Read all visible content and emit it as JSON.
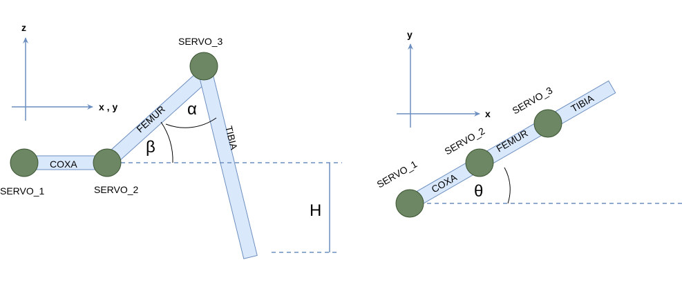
{
  "side_view": {
    "axis_z_label": "z",
    "axis_xy_label": "x , y",
    "servo_1_label": "SERVO_1",
    "servo_2_label": "SERVO_2",
    "servo_3_label": "SERVO_3",
    "coxa_label": "COXA",
    "femur_label": "FEMUR",
    "tibia_label": "TIBIA",
    "alpha_label": "α",
    "beta_label": "β",
    "height_label": "H"
  },
  "top_view": {
    "axis_y_label": "y",
    "axis_x_label": "x",
    "servo_1_label": "SERVO_1",
    "servo_2_label": "SERVO_2",
    "servo_3_label": "SERVO_3",
    "coxa_label": "COXA",
    "femur_label": "FEMUR",
    "tibia_label": "TIBIA",
    "theta_label": "θ"
  },
  "colors": {
    "link_fill": "#dae8fc",
    "link_stroke": "#6c8ebf",
    "servo_fill": "#6d8764",
    "servo_stroke": "#3a5431",
    "axis": "#6c8ebf"
  }
}
